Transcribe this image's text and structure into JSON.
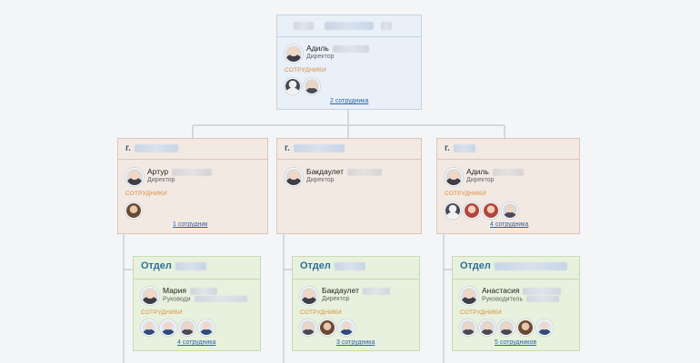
{
  "director": {
    "name": "Адиль",
    "role": "Директор",
    "staff_label": "СОТРУДНИКИ",
    "staff_link": "2 сотрудника",
    "avatars": [
      "dark",
      "default"
    ]
  },
  "branches": [
    {
      "title": "г.",
      "name": "Артур",
      "role": "Директор",
      "staff_label": "СОТРУДНИКИ",
      "staff_link": "1 сотрудник",
      "avatars": [
        "brown"
      ]
    },
    {
      "title": "г.",
      "name": "Бакдаулет",
      "role": "Директор",
      "staff_label": "",
      "staff_link": "",
      "avatars": []
    },
    {
      "title": "г.",
      "name": "Адиль",
      "role": "Директор",
      "staff_label": "СОТРУДНИКИ",
      "staff_link": "4 сотрудника",
      "avatars": [
        "dark",
        "red",
        "red",
        "default"
      ]
    }
  ],
  "departments": [
    {
      "title": "Отдел",
      "name": "Мария",
      "role": "Руководи",
      "staff_label": "СОТРУДНИКИ",
      "staff_link": "4 сотрудника",
      "avatars": [
        "blue",
        "blue",
        "default",
        "blue"
      ]
    },
    {
      "title": "Отдел",
      "name": "Бакдаулет",
      "role": "Директор",
      "staff_label": "СОТРУДНИКИ",
      "staff_link": "3 сотрудника",
      "avatars": [
        "default",
        "brown",
        "blue"
      ]
    },
    {
      "title": "Отдел",
      "name": "Анастасия",
      "role": "Руководитель",
      "staff_label": "СОТРУДНИКИ",
      "staff_link": "5 сотрудников",
      "avatars": [
        "default",
        "default",
        "default",
        "brown",
        "blue"
      ]
    }
  ],
  "colors": {
    "connector": "#c9ced6",
    "director_bg": "#e9f0f8",
    "branch_bg": "#f3e9e3",
    "dept_bg": "#e7f1dd",
    "staff_label": "#d98a3a",
    "link": "#2a64a8"
  }
}
